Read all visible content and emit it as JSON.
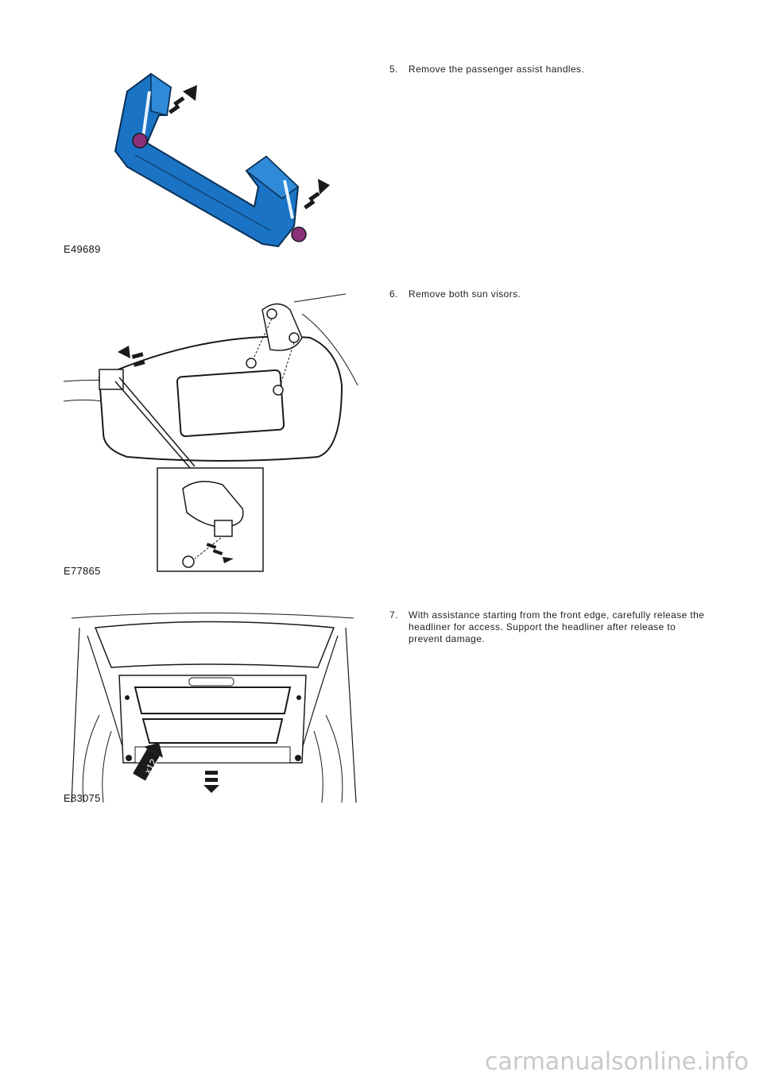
{
  "steps": [
    {
      "number": "5.",
      "text": "Remove the passenger assist handles.",
      "figure_id": "E49689"
    },
    {
      "number": "6.",
      "text": "Remove both sun visors.",
      "figure_id": "E77865"
    },
    {
      "number": "7.",
      "text": "With assistance starting from the front edge, carefully release the headliner for access. Support the headliner after release to prevent damage.",
      "figure_id": "E83075",
      "callout": "x12"
    }
  ],
  "watermark": "carmanualsonline.info",
  "colors": {
    "part_highlight": "#1a73c4",
    "fastener": "#8b2f7a",
    "line": "#1a1a1a"
  }
}
